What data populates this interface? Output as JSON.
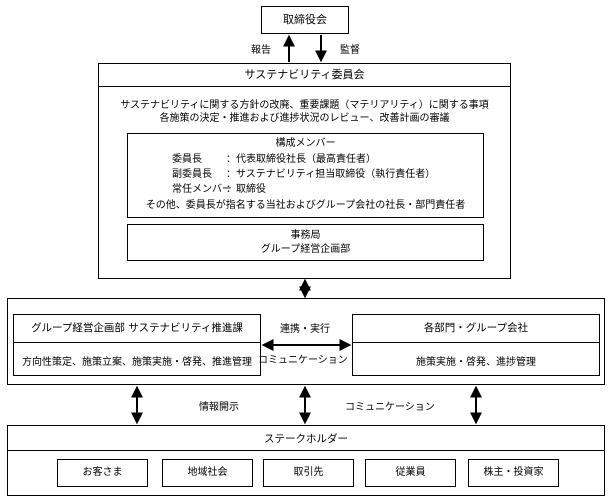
{
  "board": {
    "title": "取締役会"
  },
  "links_top": {
    "report": "報告",
    "supervise": "監督"
  },
  "committee": {
    "title": "サステナビリティ委員会",
    "description": [
      "サステナビリティに関する方針の改廃、重要課題（マテリアリティ）に関する事項",
      "各施策の決定・推進および進捗状況のレビュー、改善計画の審議"
    ],
    "members": {
      "heading": "構成メンバー",
      "rows": [
        {
          "role": "委員長",
          "desc": "：代表取締役社長（最高責任者）"
        },
        {
          "role": "副委員長",
          "desc": "：サステナビリティ担当取締役（執行責任者）"
        },
        {
          "role": "常任メンバー",
          "desc": "：取締役"
        }
      ],
      "other": "その他、委員長が指名する当社およびグループ会社の社長・部門責任者"
    },
    "secretariat": {
      "title": "事務局",
      "dept": "グループ経営企画部"
    }
  },
  "execution": {
    "left": {
      "title": "グループ経営企画部 サステナビリティ推進課",
      "tasks": "方向性策定、施策立案、施策実施・啓発、推進管理"
    },
    "middle": {
      "top": "連携・実行",
      "bottom": "コミュニケーション"
    },
    "right": {
      "title": "各部門・グループ会社",
      "tasks": "施策実施・啓発、進捗管理"
    }
  },
  "links_bottom": {
    "disclosure": "情報開示",
    "communication": "コミュニケーション"
  },
  "stakeholders": {
    "title": "ステークホルダー",
    "items": [
      "お客さま",
      "地域社会",
      "取引先",
      "従業員",
      "株主・投資家"
    ]
  }
}
